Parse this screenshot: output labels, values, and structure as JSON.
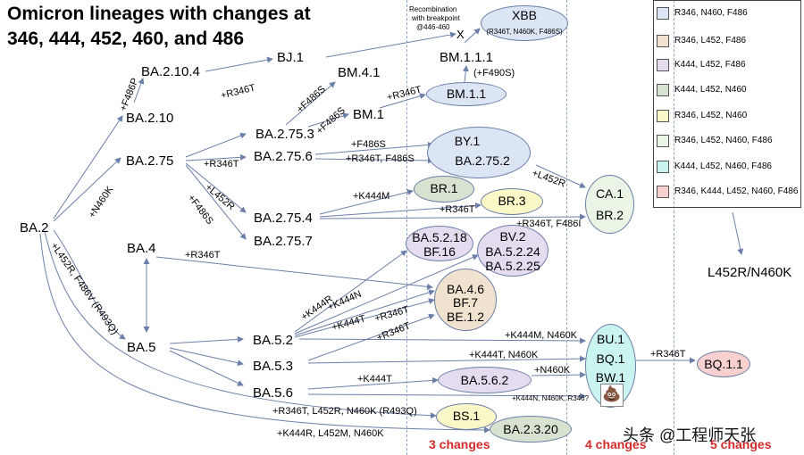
{
  "title_line1": "Omicron lineages with changes at",
  "title_line2": "346, 444, 452, 460, and 486",
  "nodes": {
    "ba2": "BA.2",
    "ba2_10_4": "BA.2.10.4",
    "ba2_10": "BA.2.10",
    "bj1": "BJ.1",
    "bm4_1": "BM.4.1",
    "bm1": "BM.1",
    "ba2_75": "BA.2.75",
    "ba2_75_3": "BA.2.75.3",
    "ba2_75_6": "BA.2.75.6",
    "ba2_75_4": "BA.2.75.4",
    "ba2_75_7": "BA.2.75.7",
    "ba4": "BA.4",
    "ba5": "BA.5",
    "ba5_2": "BA.5.2",
    "ba5_3": "BA.5.3",
    "ba5_6": "BA.5.6",
    "bm1_1_1": "BM.1.1.1",
    "x_mark": "X",
    "l452r_n460k": "L452R/N460K"
  },
  "ellipses": {
    "xbb": "XBB",
    "xbb_sub": "(R346T, N460K, F486S)",
    "bm1_1": "BM.1.1",
    "by1": "BY.1",
    "ba2_75_2": "BA.2.75.2",
    "br1": "BR.1",
    "br3": "BR.3",
    "ca1": "CA.1",
    "br2": "BR.2",
    "ba5_2_18": "BA.5.2.18",
    "bf16": "BF.16",
    "bv2": "BV.2",
    "ba5_2_24": "BA.5.2.24",
    "ba5_2_25": "BA.5.2.25",
    "ba4_6": "BA.4.6",
    "bf7": "BF.7",
    "be1_2": "BE.1.2",
    "bu1": "BU.1",
    "bq1": "BQ.1",
    "bw1": "BW.1",
    "bq1_1": "BQ.1.1",
    "ba5_6_2": "BA.5.6.2",
    "bs1": "BS.1",
    "ba2_3_20": "BA.2.3.20"
  },
  "mutations": {
    "f486p": "+F486P",
    "r346t_bj1": "+R346T",
    "n460k": "+N460K",
    "f486s_bm41": "+F486S",
    "f486s_bm1": "+F486S",
    "r346t_bm11": "+R346T",
    "f490s": "(+F490S)",
    "f486s_by1": "+F486S",
    "r346t_f486s": "+R346T, F486S",
    "r346t_ba2753": "+R346T",
    "l452r": "+L452R",
    "f486s_7": "+F486S",
    "l452r_ca1": "+L452R",
    "k444m": "+K444M",
    "r346t_br3": "+R346T",
    "r346t_f486i": "+R346T, F486I",
    "l452r_f486v": "+L452R, F486V (R493Q)",
    "r346t_ba4": "+R346T",
    "k444r": "+K444R",
    "k444n": "+K444N",
    "k444t": "+K444T",
    "r346t_a": "+R346T",
    "r346t_b": "+R346T",
    "k444m_n460k": "+K444M, N460K",
    "k444t_n460k": "+K444T, N460K",
    "n460k_bw1": "+N460K",
    "k444t_562": "+K444T",
    "r346t_bq11": "+R346T",
    "k444n_n460k_r346": "+K444N, N460K, R346?",
    "r346t_l452r_n460k": "+R346T, L452R, N460K (R493Q)",
    "k444r_l452m_n460k": "+K444R, L452M, N460K"
  },
  "recombination_note": [
    "Recombination",
    "with breakpoint",
    "@446-460"
  ],
  "changes": {
    "three": "3 changes",
    "four": "4 changes",
    "five": "5 changes"
  },
  "legend": [
    {
      "text": "R346, N460, F486",
      "color": "#dbe5f3"
    },
    {
      "text": "R346, L452, F486",
      "color": "#efe3cf"
    },
    {
      "text": "K444, L452, F486",
      "color": "#e6dcf0"
    },
    {
      "text": "K444, L452, N460",
      "color": "#d7e2d0"
    },
    {
      "text": "R346, L452, N460",
      "color": "#fbf8c8"
    },
    {
      "text": "R346, L452, N460, F486",
      "color": "#eaf5e6"
    },
    {
      "text": "K444, L452, N460, F486",
      "color": "#c9f4ef"
    },
    {
      "text": "R346, K444, L452, N460, F486",
      "color": "#f9d0d0"
    }
  ],
  "watermark": "头条 @工程师天张",
  "poop_icon": "💩",
  "colors": {
    "changes_red": "#d32a2a",
    "arrow_blue": "#6b7fa8"
  }
}
